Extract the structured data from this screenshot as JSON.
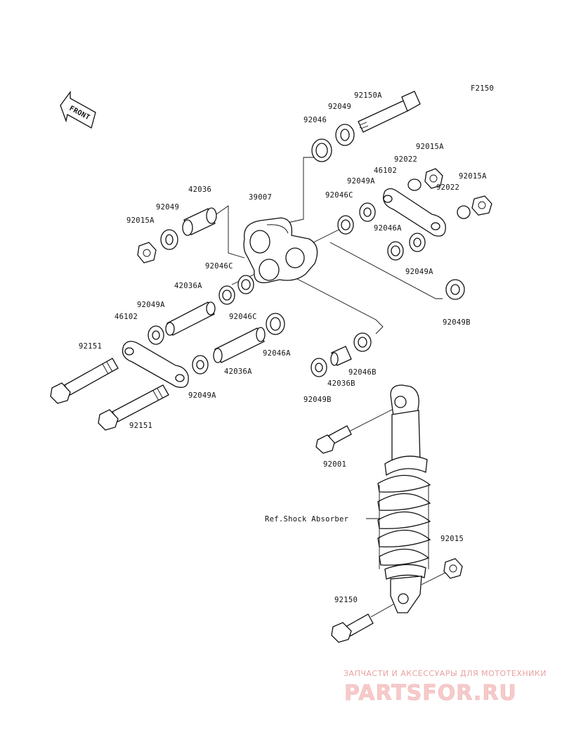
{
  "figure_code": "F2150",
  "front_label": "FRONT",
  "ref_label": "Ref.Shock Absorber",
  "parts": {
    "p92150A": "92150A",
    "p92049_top": "92049",
    "p92046_top": "92046",
    "p92015A_r1": "92015A",
    "p92022_r1": "92022",
    "p46102_r": "46102",
    "p92049A_r": "92049A",
    "p92015A_r2": "92015A",
    "p92022_r2": "92022",
    "p92046C_r": "92046C",
    "p42036": "42036",
    "p39007": "39007",
    "p92049_l": "92049",
    "p92015A_l": "92015A",
    "p92046A_r": "92046A",
    "p92049A_r2": "92049A",
    "p92046C_l": "92046C",
    "p42036A_l": "42036A",
    "p92049A_l": "92049A",
    "p46102_l": "46102",
    "p92046C_m": "92046C",
    "p92049B_r": "92049B",
    "p92046A_m": "92046A",
    "p92151_a": "92151",
    "p42036A_m": "42036A",
    "p92049A_b": "92049A",
    "p92046B": "92046B",
    "p42036B": "42036B",
    "p92049B_m": "92049B",
    "p92151_b": "92151",
    "p92001": "92001",
    "p92015": "92015",
    "p92150": "92150"
  },
  "watermark": {
    "line1": "ЗАПЧАСТИ И АКСЕССУАРЫ ДЛЯ МОТОТЕХНИКИ",
    "logo": "PARTSFOR.RU"
  }
}
